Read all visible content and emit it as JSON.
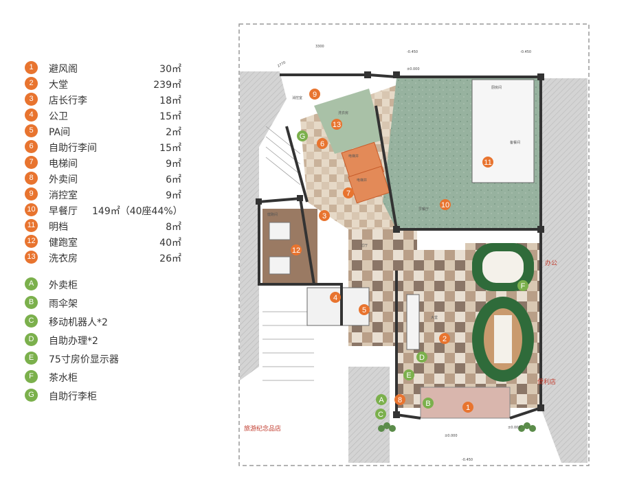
{
  "rooms": [
    {
      "no": "1",
      "name": "避风阁",
      "area": "30㎡"
    },
    {
      "no": "2",
      "name": "大堂",
      "area": "239㎡"
    },
    {
      "no": "3",
      "name": "店长行李",
      "area": "18㎡"
    },
    {
      "no": "4",
      "name": "公卫",
      "area": "15㎡"
    },
    {
      "no": "5",
      "name": "PA间",
      "area": "2㎡"
    },
    {
      "no": "6",
      "name": "自助行李间",
      "area": "15㎡"
    },
    {
      "no": "7",
      "name": "电梯间",
      "area": "9㎡"
    },
    {
      "no": "8",
      "name": "外卖间",
      "area": "6㎡"
    },
    {
      "no": "9",
      "name": "消控室",
      "area": "9㎡"
    },
    {
      "no": "10",
      "name": "早餐厅",
      "area": "149㎡（40座44%）"
    },
    {
      "no": "11",
      "name": "明档",
      "area": "8㎡"
    },
    {
      "no": "12",
      "name": "健跑室",
      "area": "40㎡"
    },
    {
      "no": "13",
      "name": "洗衣房",
      "area": "26㎡"
    }
  ],
  "facilities": [
    {
      "code": "A",
      "name": "外卖柜"
    },
    {
      "code": "B",
      "name": "雨伞架"
    },
    {
      "code": "C",
      "name": "移动机器人*2"
    },
    {
      "code": "D",
      "name": "自助办理*2"
    },
    {
      "code": "E",
      "name": "75寸房价显示器"
    },
    {
      "code": "F",
      "name": "茶水柜"
    },
    {
      "code": "G",
      "name": "自助行李柜"
    }
  ],
  "plan": {
    "labels": {
      "office": "办公",
      "store": "便利店",
      "souvenir": "旅游纪念品店",
      "lobby": "大堂",
      "corridor": "过厅",
      "breakfast": "早餐厅",
      "kitchen": "厨房间",
      "storage": "备餐间",
      "elev1": "电梯井",
      "elev2": "电梯井",
      "laundry": "洗衣房",
      "gym": "健跑间",
      "fire": "消控室"
    },
    "dimensions": [
      "3300",
      "2770"
    ],
    "elevations": [
      "-0.450",
      "-0.450",
      "±0.000",
      "±0.000",
      "-0.450",
      "±0.000"
    ],
    "colors": {
      "orange": "#e8742f",
      "green": "#7bb04c",
      "wall": "#333333",
      "hatch": "#b8b8b8",
      "floor_light": "#e6d9c7",
      "floor_mid": "#c9b29a",
      "floor_dark": "#8b7667",
      "breakfast": "#97b29f",
      "carpet": "#2f6b3a",
      "laundry": "#a9c1a7",
      "gym": "#9a7a63"
    }
  }
}
